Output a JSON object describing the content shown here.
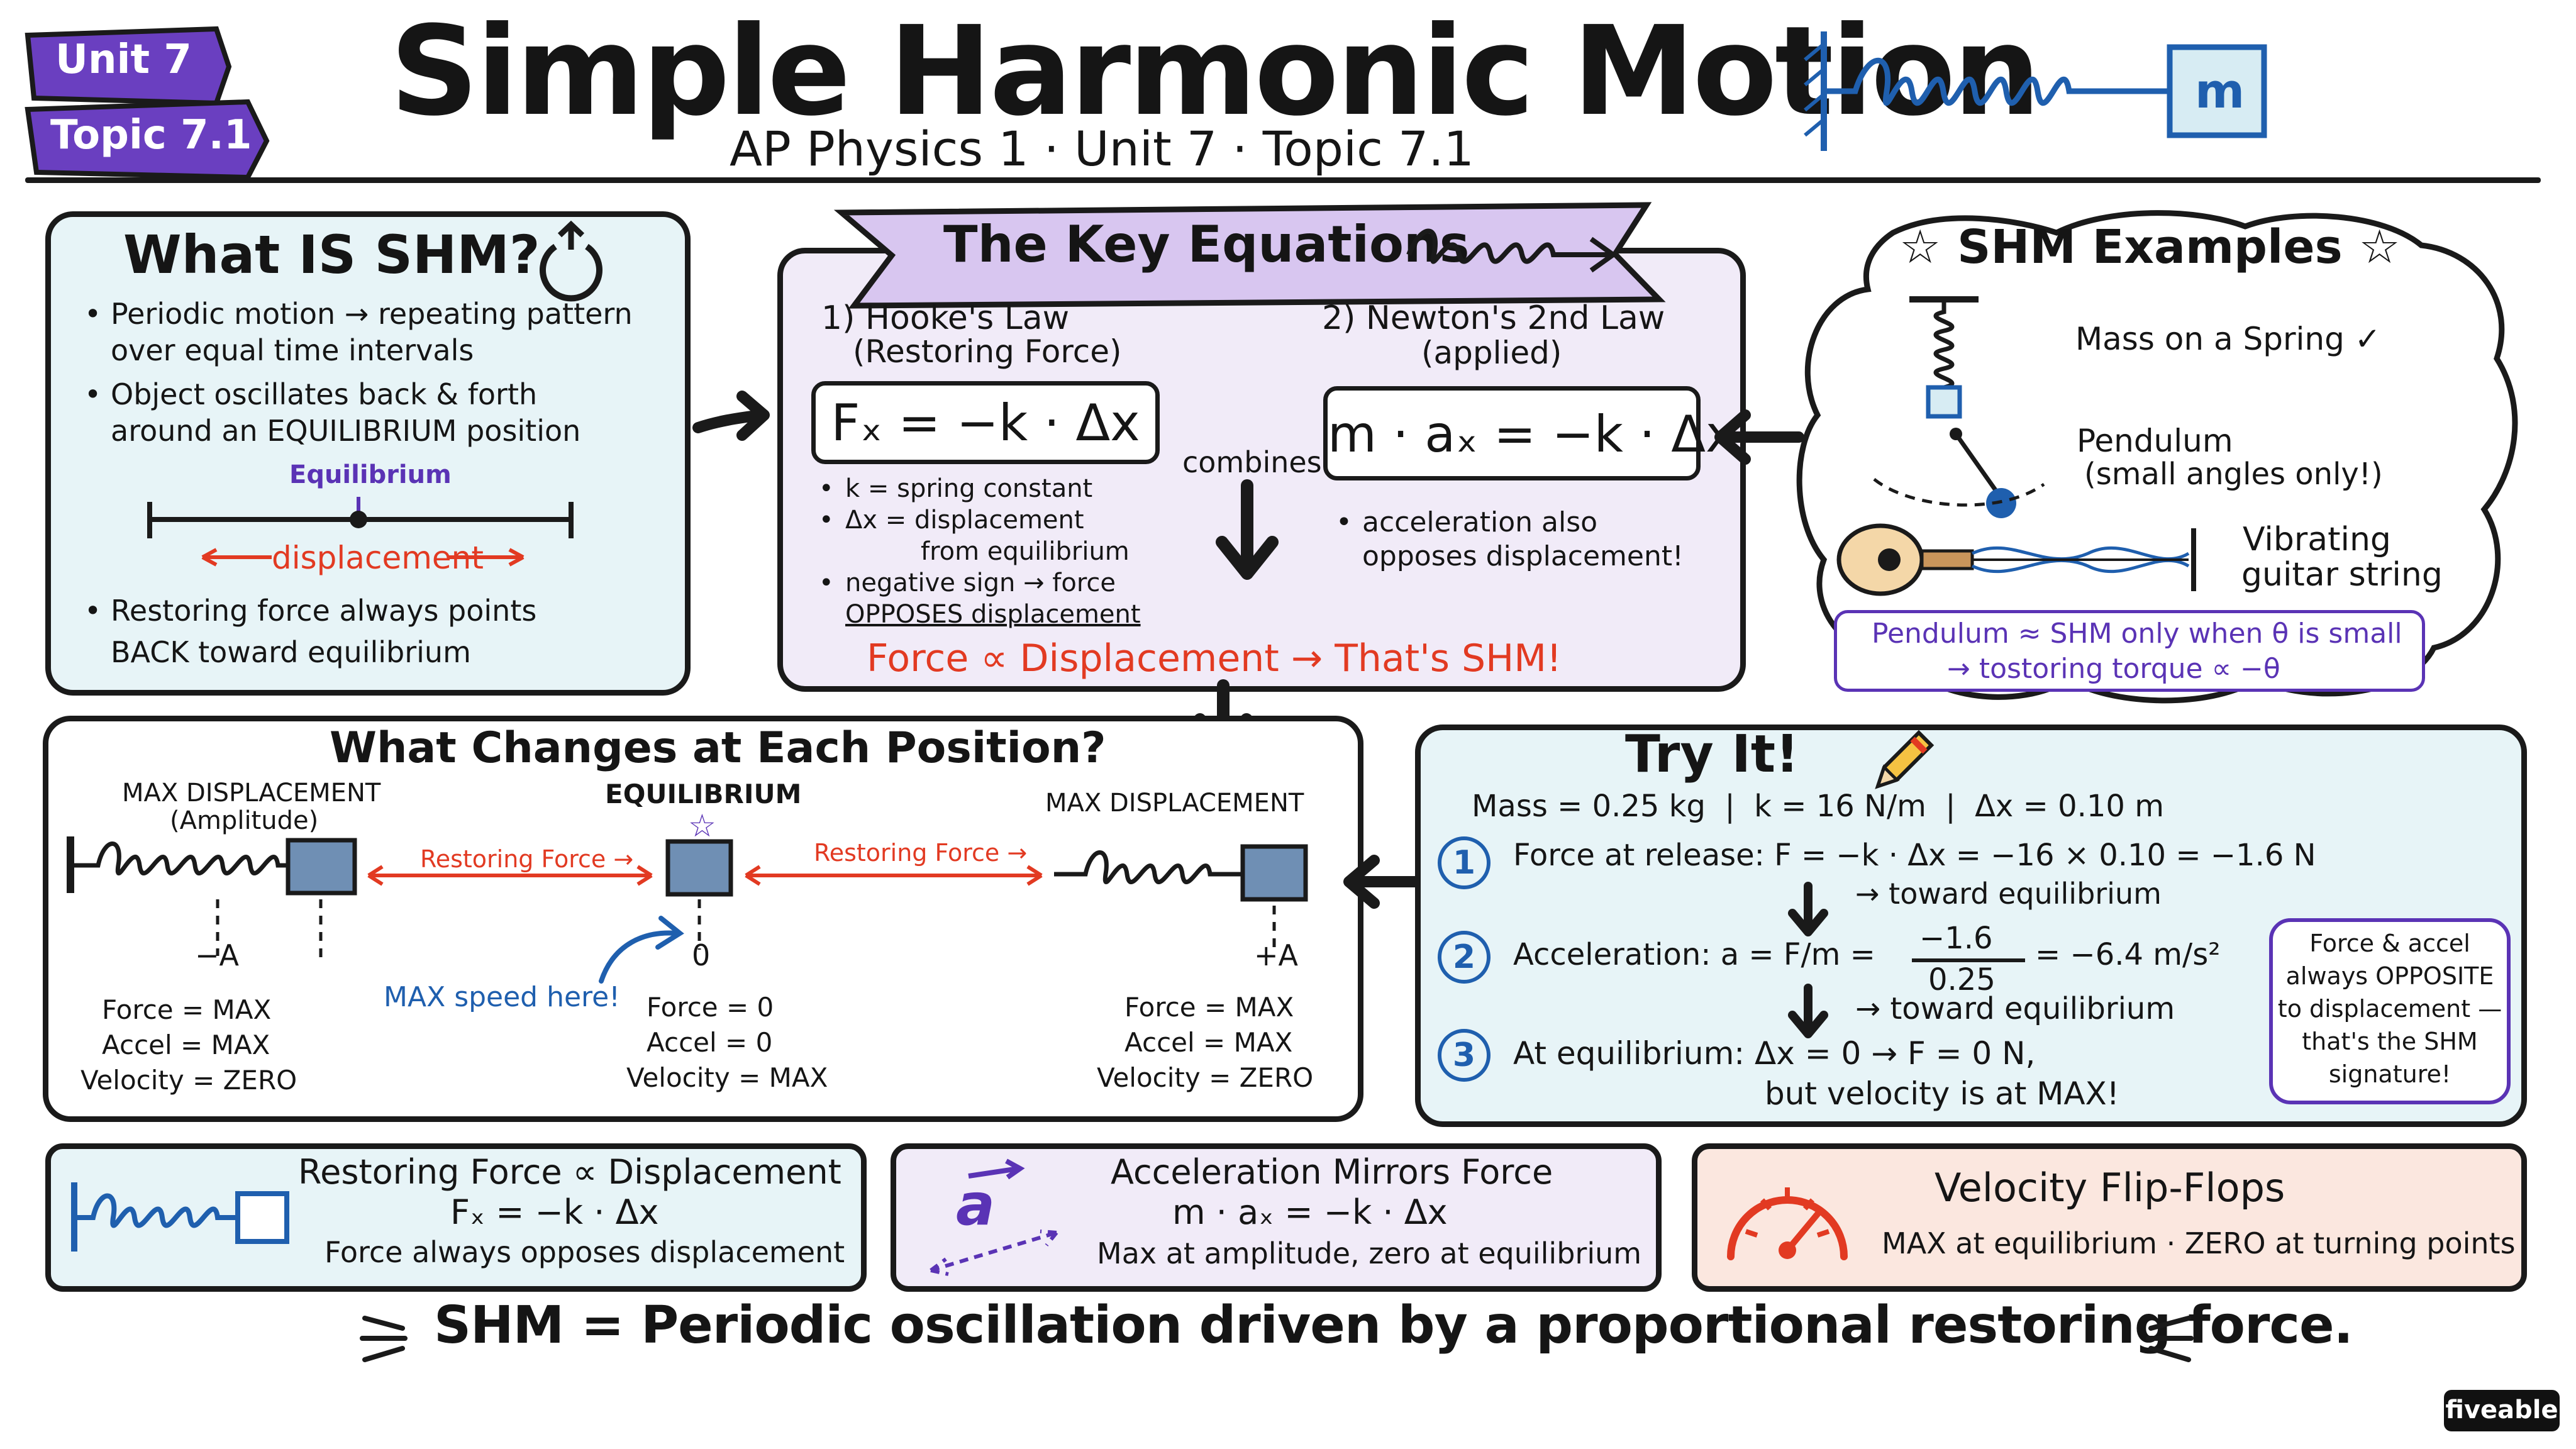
{
  "header": {
    "unit_tag": "Unit 7",
    "topic_tag": "Topic 7.1",
    "title": "Simple Harmonic Motion",
    "subtitle": "AP Physics 1 · Unit 7 · Topic 7.1",
    "mass_label": "m"
  },
  "what_is": {
    "title": "What IS SHM?",
    "bullets": [
      [
        "Periodic motion → repeating pattern",
        "over equal time intervals"
      ],
      [
        "Object oscillates back & forth",
        "around an EQUILIBRIUM position"
      ]
    ],
    "equilibrium_label": "Equilibrium",
    "displacement_label": "displacement",
    "bullet3_line1": "Restoring force always points",
    "bullet3_line2": "BACK toward equilibrium"
  },
  "equations": {
    "title": "The Key Equations",
    "hooke_title": "1) Hooke's Law",
    "hooke_sub": "(Restoring Force)",
    "hooke_eq": "Fₓ = −k · Δx",
    "newton_title": "2) Newton's 2nd Law",
    "newton_sub": "(applied)",
    "newton_eq": "m · aₓ = −k · Δx",
    "combines": "combines",
    "notes": [
      "k = spring constant",
      "Δx = displacement",
      "from equilibrium",
      "negative sign → force",
      "OPPOSES displacement"
    ],
    "newton_note": [
      "acceleration also",
      "opposes displacement!"
    ],
    "conclusion": "Force ∝ Displacement → That's SHM!"
  },
  "examples": {
    "title": "☆ SHM Examples ☆",
    "spring": "Mass on a Spring ✓",
    "pendulum": "Pendulum",
    "pendulum_sub": "(small angles only!)",
    "guitar": "Vibrating",
    "guitar2": "guitar string",
    "note1": "Pendulum ≈ SHM only when θ is small",
    "note2": "→ tostoring torque ∝ −θ"
  },
  "positions": {
    "title": "What Changes at Each Position?",
    "left_label": "MAX DISPLACEMENT",
    "left_sub": "(Amplitude)",
    "center_label": "EQUILIBRIUM",
    "right_label": "MAX DISPLACEMENT",
    "restoring": "Restoring Force →",
    "restoring2": "Restoring Force →",
    "minus_a": "−A",
    "zero": "0",
    "plus_a": "+A",
    "max_speed": "MAX speed here!",
    "left_stats": [
      "Force = MAX",
      "Accel = MAX",
      "Velocity = ZERO"
    ],
    "center_stats": [
      "Force = 0",
      "Accel = 0",
      "Velocity = MAX"
    ],
    "right_stats": [
      "Force = MAX",
      "Accel = MAX",
      "Velocity = ZERO"
    ]
  },
  "try_it": {
    "title": "Try It!",
    "givens": "Mass = 0.25 kg  |  k = 16 N/m  |  Δx = 0.10 m",
    "step1": "Force at release:  F = −k · Δx = −16 × 0.10 = −1.6 N",
    "step1b": "→ toward equilibrium",
    "step2a": "Acceleration:  a = F/m =",
    "step2_num": "−1.6",
    "step2_den": "0.25",
    "step2b": "= −6.4 m/s²",
    "step2c": "→ toward equilibrium",
    "step3a": "At equilibrium:  Δx = 0 → F = 0 N,",
    "step3b": "but velocity is at MAX!",
    "n1": "1",
    "n2": "2",
    "n3": "3",
    "callout": [
      "Force & accel",
      "always OPPOSITE",
      "to displacement —",
      "that's the SHM",
      "signature!"
    ]
  },
  "summary": {
    "c1_title": "Restoring Force ∝ Displacement",
    "c1_eq": "Fₓ = −k · Δx",
    "c1_sub": "Force always opposes displacement",
    "c2_title": "Acceleration Mirrors Force",
    "c2_eq": "m · aₓ = −k · Δx",
    "c2_sub": "Max at amplitude, zero at equilibrium",
    "c2_icon": "a",
    "c3_title": "Velocity Flip-Flops",
    "c3_sub": "MAX at equilibrium · ZERO at turning points"
  },
  "footer": {
    "tagline": "SHM = Periodic oscillation driven by a proportional restoring force.",
    "brand": "fiveable"
  },
  "colors": {
    "red": "#e23a22",
    "purple": "#5a33b5",
    "blue": "#1f5fae",
    "mint": "#e7f4f7",
    "lavender": "#f1ebf8",
    "peach": "#fbe7df"
  }
}
